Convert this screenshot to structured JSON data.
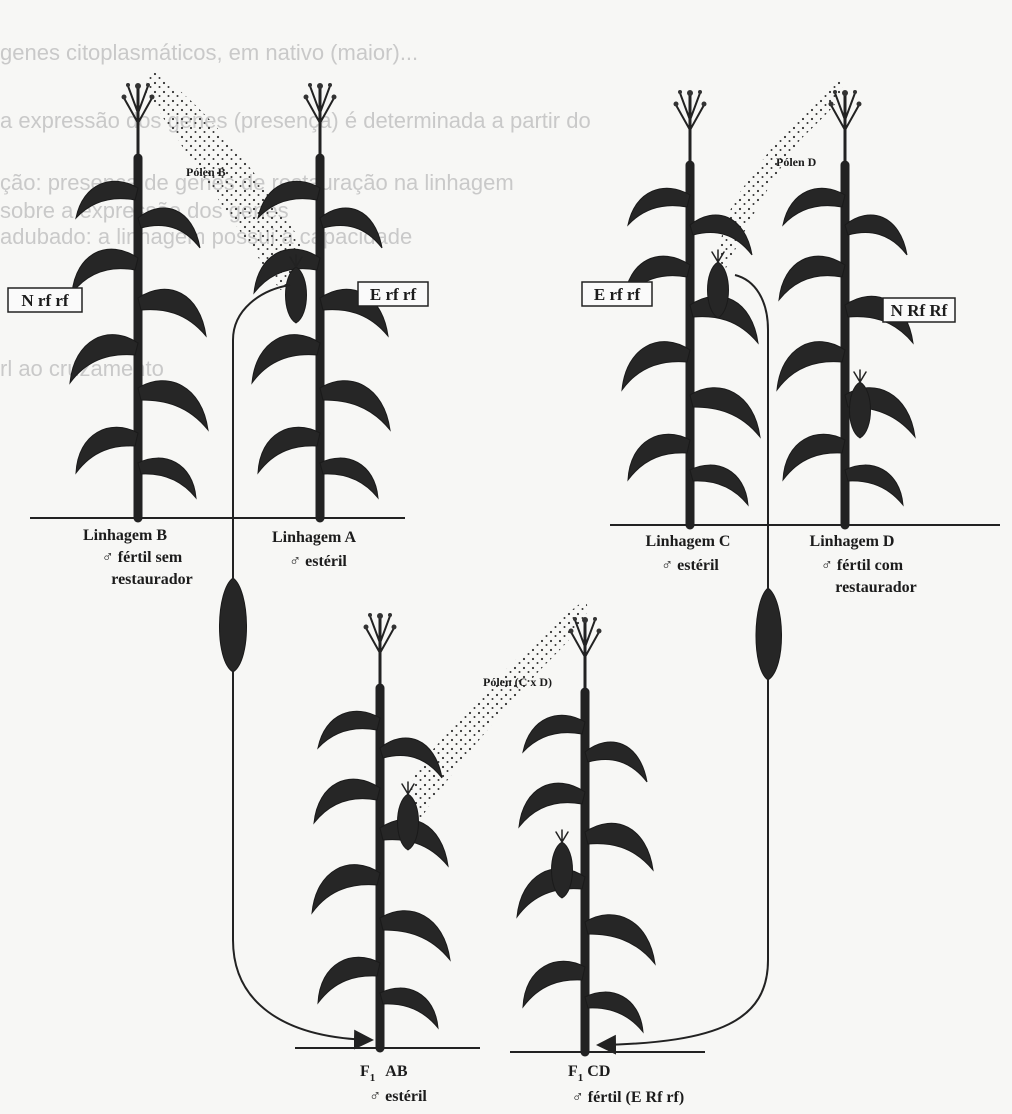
{
  "background_text": {
    "line1": "genes citoplasmáticos, em nativo (maior)...",
    "line2": "a expressão dos genes (presença) é determinada a partir do",
    "line3": "ção: presença de genes de restauração na linhagem",
    "line4": "sobre a expressão dos genes",
    "line5": "adubado: a linhagem possui a capacidade",
    "line6": "rl ao cruzamento"
  },
  "genotypes": {
    "b": "N rf rf",
    "a": "E rf rf",
    "c": "E rf rf",
    "d": "N Rf Rf"
  },
  "pollen": {
    "b": "Pólen B",
    "d": "Pólen D",
    "cd": "Pólen (C x D)"
  },
  "lines": {
    "b": {
      "title": "Linhagem B",
      "desc1": "♂ fértil sem",
      "desc2": "restaurador"
    },
    "a": {
      "title": "Linhagem A",
      "desc1": "♂ estéril"
    },
    "c": {
      "title": "Linhagem C",
      "desc1": "♂ estéril"
    },
    "d": {
      "title": "Linhagem D",
      "desc1": "♂ fértil com",
      "desc2": "restaurador"
    }
  },
  "f1": {
    "ab": {
      "f": "F",
      "sub": "1",
      "name": "AB",
      "desc": "♂ estéril"
    },
    "cd": {
      "f": "F",
      "sub": "1",
      "name": "CD",
      "desc": "♂ fértil (E Rf rf)"
    }
  },
  "icons": [
    "corn-plant-icon",
    "seed-icon",
    "arrow-icon",
    "pollen-cloud-icon"
  ]
}
